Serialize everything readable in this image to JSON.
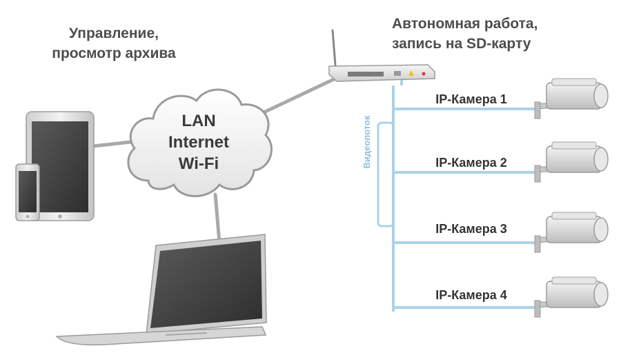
{
  "labels": {
    "management": "Управление,\nпросмотр архива",
    "autonomous": "Автономная работа,\nзапись на SD-карту",
    "cloud": [
      "LAN",
      "Internet",
      "Wi-Fi"
    ],
    "stream": "Видеопоток"
  },
  "cameras": [
    {
      "label": "IP-Камера 1"
    },
    {
      "label": "IP-Камера 2"
    },
    {
      "label": "IP-Камера 3"
    },
    {
      "label": "IP-Камера 4"
    }
  ],
  "colors": {
    "bus": "#a9d3e8",
    "bus_edge": "#7fb3cf",
    "link": "#a9a9a9",
    "text": "#4d4d4d"
  }
}
